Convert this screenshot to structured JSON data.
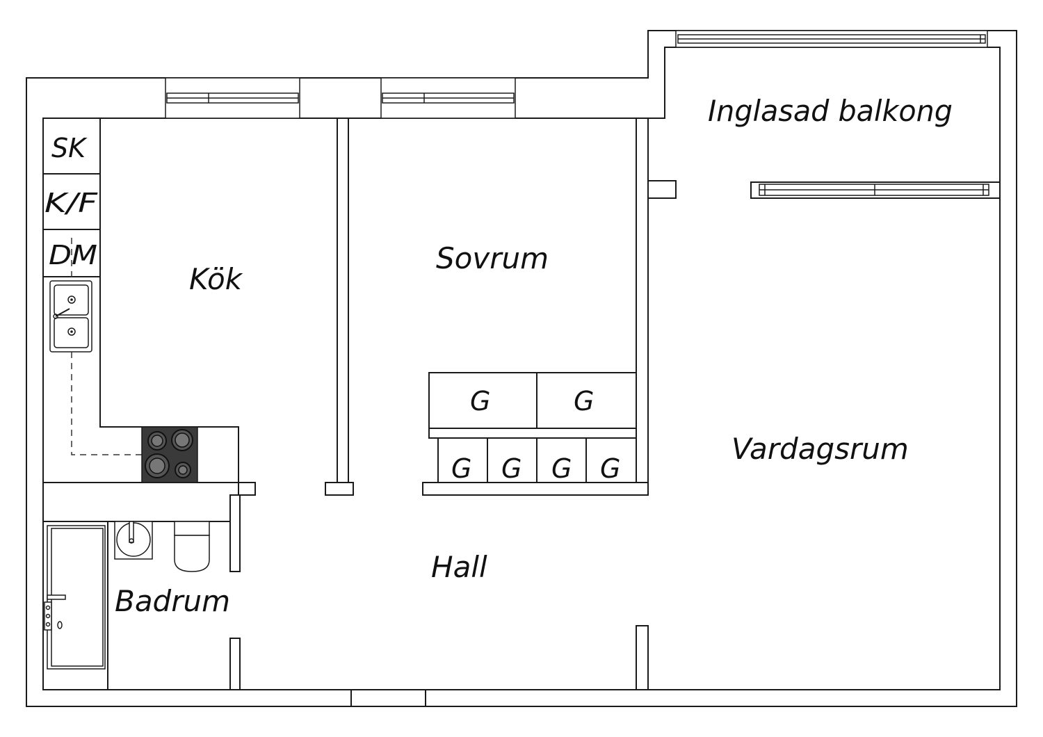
{
  "rooms": {
    "kitchen": "Kök",
    "bedroom": "Sovrum",
    "living_room": "Vardagsrum",
    "balcony": "Inglasad balkong",
    "hall": "Hall",
    "bathroom": "Badrum"
  },
  "appliances": {
    "cabinet": "SK",
    "fridge_freezer": "K/F",
    "dishwasher": "DM"
  },
  "wardrobes": [
    "G",
    "G",
    "G",
    "G",
    "G",
    "G"
  ]
}
